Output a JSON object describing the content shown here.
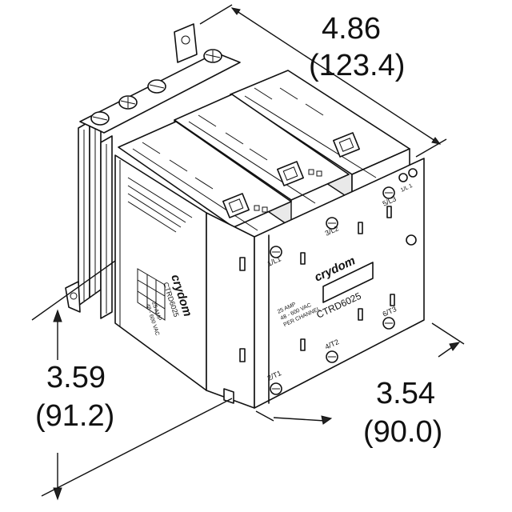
{
  "dimensions": {
    "width": {
      "inches": "4.86",
      "mm": "(123.4)"
    },
    "height": {
      "inches": "3.59",
      "mm": "(91.2)"
    },
    "depth": {
      "inches": "3.54",
      "mm": "(90.0)"
    }
  },
  "device": {
    "brand": "crydom",
    "model": "CTRD6025",
    "side_brand": "crydom",
    "side_model": "CTRD6025",
    "rating": [
      "25 AMP",
      "48 - 600 VAC",
      "PER CHANNEL"
    ],
    "side_rating": [
      "25 AMP",
      "48 - 600 VAC"
    ],
    "terminals": {
      "l1": "1/L1",
      "l2": "3/L2",
      "l3": "5/L3",
      "t1": "2/T1",
      "t2": "4/T2",
      "t3": "6/T3",
      "ctrl": "1/L 1"
    }
  },
  "colors": {
    "line": "#111111",
    "background": "#ffffff",
    "shade": "#e9e9e9"
  }
}
